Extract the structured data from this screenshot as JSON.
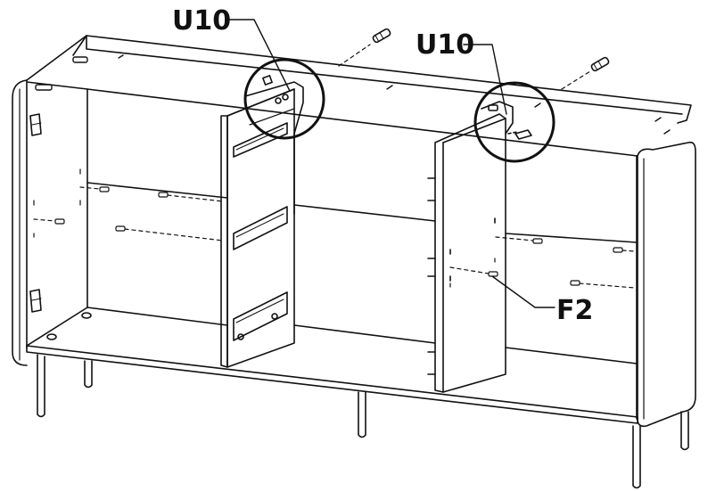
{
  "labels": {
    "u10_left": "U10",
    "u10_right": "U10",
    "f2": "F2"
  }
}
